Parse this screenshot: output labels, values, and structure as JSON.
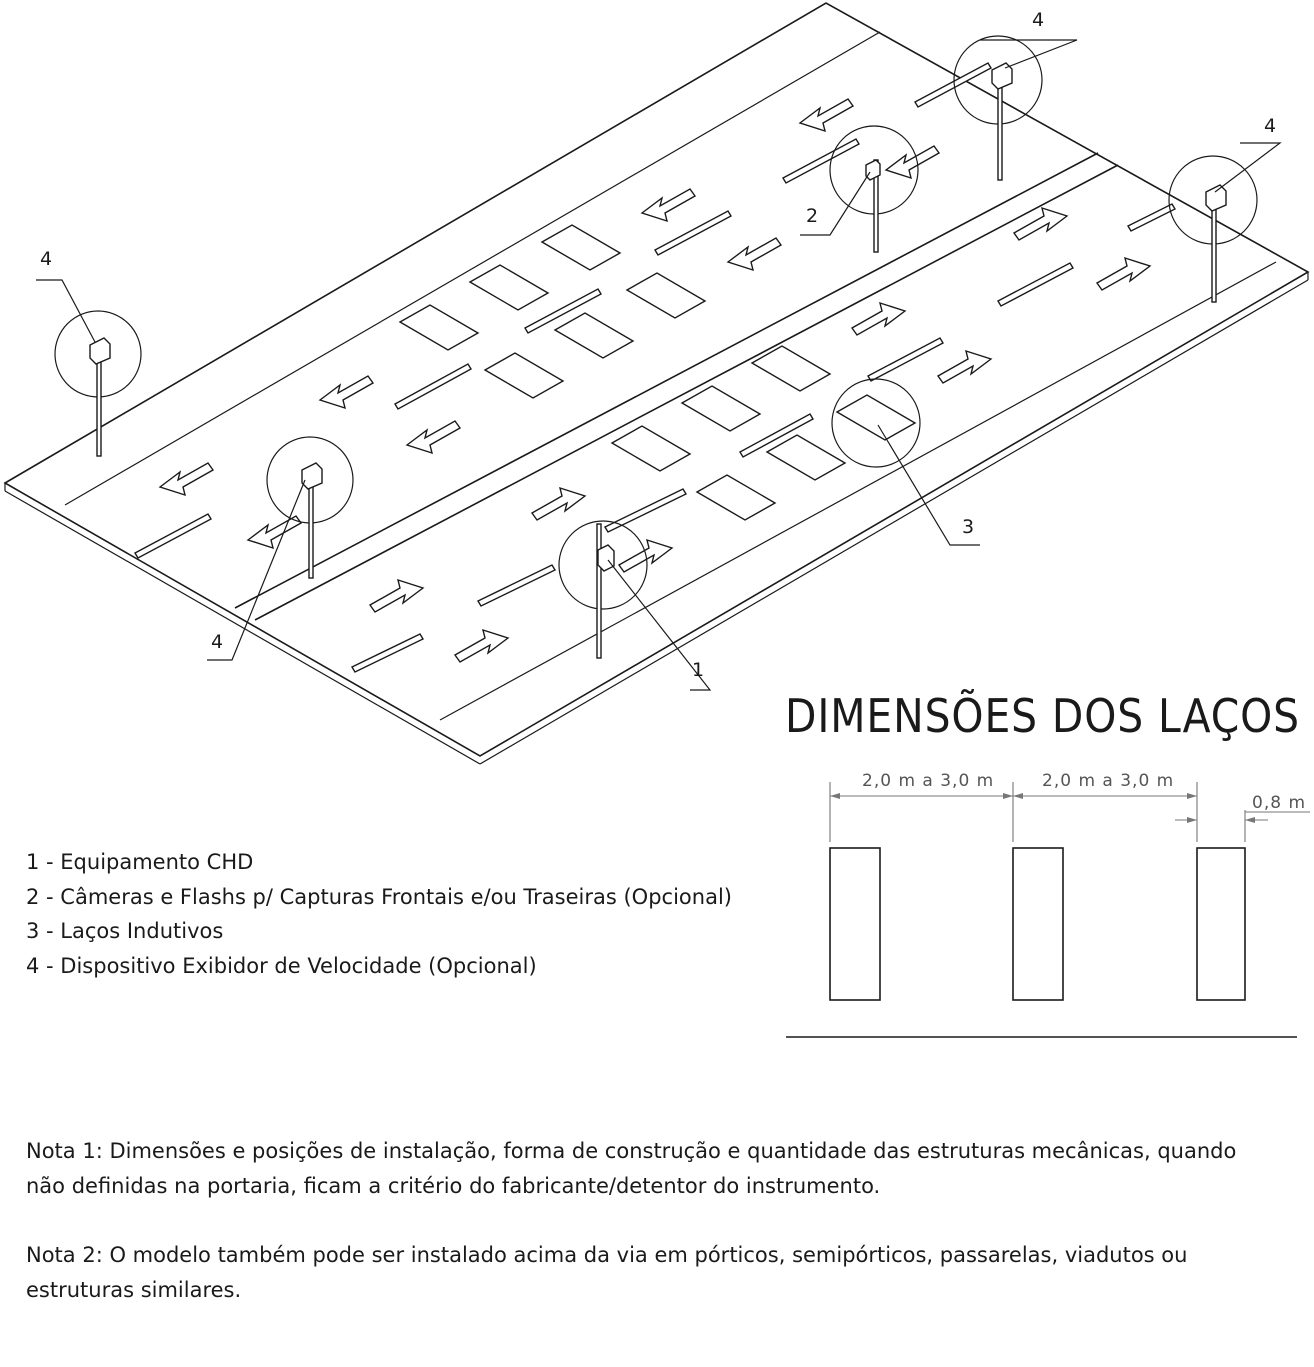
{
  "callouts": {
    "c1": "1",
    "c2": "2",
    "c3": "3",
    "c4a": "4",
    "c4b": "4",
    "c4c": "4",
    "c4d": "4"
  },
  "legend": [
    "1 - Equipamento CHD",
    "2 - Câmeras e Flashs p/ Capturas Frontais e/ou Traseiras (Opcional)",
    "3 - Laços Indutivos",
    "4 - Dispositivo Exibidor de Velocidade (Opcional)"
  ],
  "loops_section": {
    "title": "DIMENSÕES DOS LAÇOS",
    "dim_spacing_1": "2,0 m a 3,0 m",
    "dim_spacing_2": "2,0 m a 3,0 m",
    "dim_width": "0,8 m"
  },
  "notes": {
    "note1_line1": "Nota 1: Dimensões e posições de instalação, forma de construção e quantidade das estruturas mecânicas, quando",
    "note1_line2": "não definidas na portaria, ficam a critério do fabricante/detentor do instrumento.",
    "note2_line1": "Nota 2: O modelo também pode ser instalado acima da via em pórticos, semipórticos, passarelas, viadutos ou",
    "note2_line2": "estruturas similares."
  },
  "colors": {
    "ink": "#1a1a1a",
    "dimension": "#777777",
    "background": "#ffffff"
  }
}
